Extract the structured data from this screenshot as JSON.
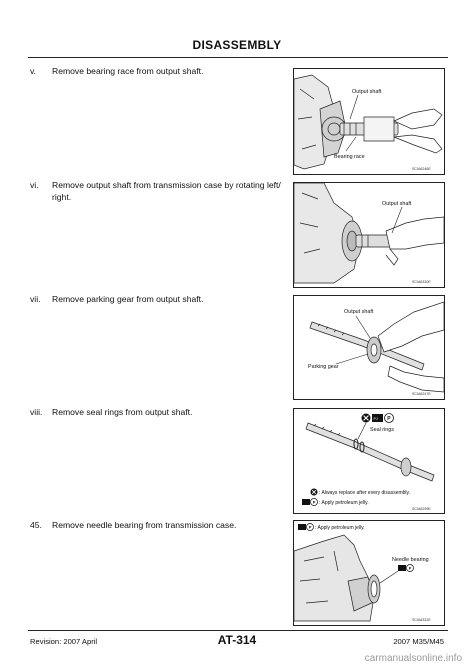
{
  "header": {
    "title": "DISASSEMBLY"
  },
  "steps": [
    {
      "num": "v.",
      "text": "Remove bearing race from output shaft."
    },
    {
      "num": "vi.",
      "text": "Remove output shaft from transmission case by rotating left/",
      "cont": "right."
    },
    {
      "num": "vii.",
      "text": "Remove parking gear from output shaft."
    },
    {
      "num": "viii.",
      "text": "Remove seal rings from output shaft."
    },
    {
      "num": "45.",
      "text": "Remove needle bearing from transmission case."
    }
  ],
  "figures": [
    {
      "id": "SCIA6246E",
      "labels": [
        "Output shaft",
        "Bearing race"
      ]
    },
    {
      "id": "SCIA6330E",
      "labels": [
        "Output shaft"
      ]
    },
    {
      "id": "SCIA6247E",
      "labels": [
        "Output shaft",
        "Parking gear"
      ]
    },
    {
      "id": "SCIA6299E",
      "labels": [
        "Seal rings"
      ],
      "legend": [
        ": Always replace after every disassembly.",
        ": Apply petroleum jelly."
      ]
    },
    {
      "id": "SCIA6331E",
      "labels": [
        ": Apply petroleum jelly.",
        "Needle bearing"
      ]
    }
  ],
  "footer": {
    "revision": "Revision: 2007 April",
    "page": "AT-314",
    "model": "2007 M35/M45",
    "watermark": "carmanualsonline.info"
  }
}
